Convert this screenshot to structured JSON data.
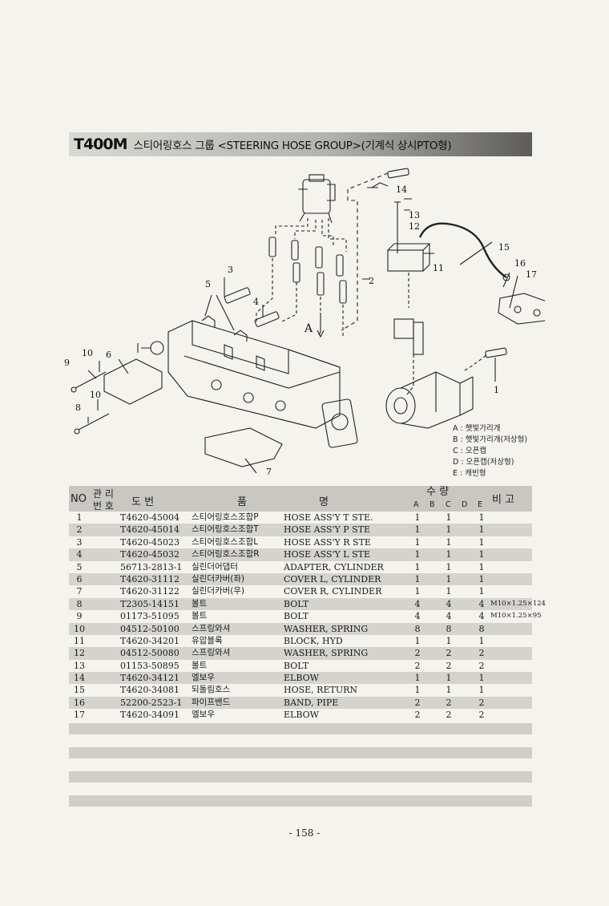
{
  "title": {
    "model": "T400M",
    "text": "스티어링호스 그룹 <STEERING HOSE GROUP>(기계식 상시PTO형)"
  },
  "callouts": [
    "1",
    "2",
    "3",
    "4",
    "5",
    "6",
    "7",
    "8",
    "9",
    "10",
    "10",
    "11",
    "12",
    "13",
    "14",
    "15",
    "16",
    "17",
    "A"
  ],
  "legend": [
    "A : 햇빛가리개",
    "B : 햇빛가리개(저상형)",
    "C : 오픈캡",
    "D : 오픈캡(저상형)",
    "E : 캐빈형"
  ],
  "header": {
    "no": "NO",
    "mgmt_top": "관 리",
    "mgmt_bottom": "번 호",
    "code": "도 번",
    "kor": "품",
    "eng": "명",
    "qty": "수 량",
    "abcde": [
      "A",
      "B",
      "C",
      "D",
      "E"
    ],
    "remarks": "비 고"
  },
  "rows": [
    {
      "no": "1",
      "code": "T4620-45004",
      "kor": "스티어링호스조합P",
      "eng": "HOSE ASS'Y T STE.",
      "a": "1",
      "c": "1",
      "e": "1",
      "rem": ""
    },
    {
      "no": "2",
      "code": "T4620-45014",
      "kor": "스티어링호스조합T",
      "eng": "HOSE ASS'Y P STE",
      "a": "1",
      "c": "1",
      "e": "1",
      "rem": ""
    },
    {
      "no": "3",
      "code": "T4620-45023",
      "kor": "스티어링호스조합L",
      "eng": "HOSE ASS'Y R STE",
      "a": "1",
      "c": "1",
      "e": "1",
      "rem": ""
    },
    {
      "no": "4",
      "code": "T4620-45032",
      "kor": "스티어링호스조합R",
      "eng": "HOSE ASS'Y L STE",
      "a": "1",
      "c": "1",
      "e": "1",
      "rem": ""
    },
    {
      "no": "5",
      "code": "56713-2813-1",
      "kor": "실린더어댑터",
      "eng": "ADAPTER, CYLINDER",
      "a": "1",
      "c": "1",
      "e": "1",
      "rem": ""
    },
    {
      "no": "6",
      "code": "T4620-31112",
      "kor": "실린더카버(좌)",
      "eng": "COVER L, CYLINDER",
      "a": "1",
      "c": "1",
      "e": "1",
      "rem": ""
    },
    {
      "no": "7",
      "code": "T4620-31122",
      "kor": "실린더카버(우)",
      "eng": "COVER R, CYLINDER",
      "a": "1",
      "c": "1",
      "e": "1",
      "rem": ""
    },
    {
      "no": "8",
      "code": "T2305-14151",
      "kor": "볼트",
      "eng": "BOLT",
      "a": "4",
      "c": "4",
      "e": "4",
      "rem": "M10×1.25×124"
    },
    {
      "no": "9",
      "code": "01173-51095",
      "kor": "볼트",
      "eng": "BOLT",
      "a": "4",
      "c": "4",
      "e": "4",
      "rem": "M10×1.25×95"
    },
    {
      "no": "10",
      "code": "04512-50100",
      "kor": "스프링와셔",
      "eng": "WASHER, SPRING",
      "a": "8",
      "c": "8",
      "e": "8",
      "rem": ""
    },
    {
      "no": "11",
      "code": "T4620-34201",
      "kor": "유압블록",
      "eng": "BLOCK, HYD",
      "a": "1",
      "c": "1",
      "e": "1",
      "rem": ""
    },
    {
      "no": "12",
      "code": "04512-50080",
      "kor": "스프링와셔",
      "eng": "WASHER, SPRING",
      "a": "2",
      "c": "2",
      "e": "2",
      "rem": ""
    },
    {
      "no": "13",
      "code": "01153-50895",
      "kor": "볼트",
      "eng": "BOLT",
      "a": "2",
      "c": "2",
      "e": "2",
      "rem": ""
    },
    {
      "no": "14",
      "code": "T4620-34121",
      "kor": "엘보우",
      "eng": "ELBOW",
      "a": "1",
      "c": "1",
      "e": "1",
      "rem": ""
    },
    {
      "no": "15",
      "code": "T4620-34081",
      "kor": "되돌림호스",
      "eng": "HOSE, RETURN",
      "a": "1",
      "c": "1",
      "e": "1",
      "rem": ""
    },
    {
      "no": "16",
      "code": "52200-2523-1",
      "kor": "파이프밴드",
      "eng": "BAND, PIPE",
      "a": "2",
      "c": "2",
      "e": "2",
      "rem": ""
    },
    {
      "no": "17",
      "code": "T4620-34091",
      "kor": "엘보우",
      "eng": "ELBOW",
      "a": "2",
      "c": "2",
      "e": "2",
      "rem": ""
    }
  ],
  "page_number": "- 158 -"
}
